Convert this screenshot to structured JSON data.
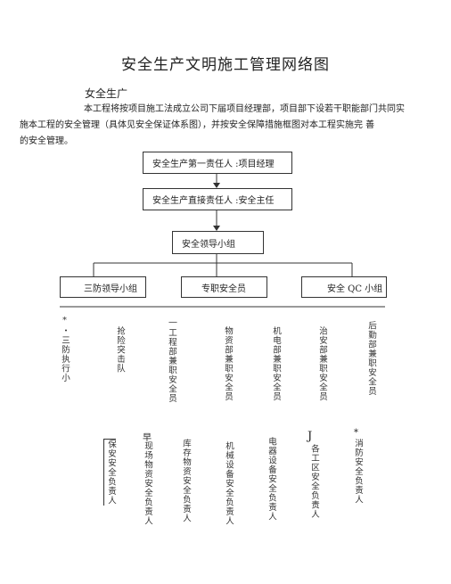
{
  "title": "安全生产文明施工管理网络图",
  "section_heading": "女全生广",
  "paragraph_line1": "本工程将按项目施工法成立公司下届项目经理部，项目部下设若干职能部门共同实",
  "paragraph_line2": "施本工程的安全管理（具体见安全保证体系图），并按安全保障措施框图对本工程实施完  善",
  "paragraph_line3": "的安全管理。",
  "boxes": {
    "first_responsible": "安全生产第一责任人 :项目经理",
    "direct_responsible": "安全生产直接责任人 :安全主任",
    "leading_group": "安全领导小组",
    "three_prevention": "三防领导小组",
    "safety_officer": "专职安全员",
    "qc_group": "安全 QC 小组"
  },
  "level3": [
    "*・三防执行小",
    "抢险突击队",
    "工程部兼职安全员",
    "物资部兼职安全员",
    "机电部兼职安全员",
    "治安部兼职安全员",
    "后勤部兼职安全员"
  ],
  "level4": [
    "保安安全负责人",
    "现场物资安全负责人",
    "库存物资安全负责人",
    "机械设备安全负责人",
    "电器设备安全负责人",
    "各工区安全负责人",
    "消防安全负责人"
  ],
  "marks": {
    "l3_dot": "・",
    "l3_dash": "—",
    "l4_j": "J",
    "l4_star": "*",
    "l4_zao": "早"
  }
}
